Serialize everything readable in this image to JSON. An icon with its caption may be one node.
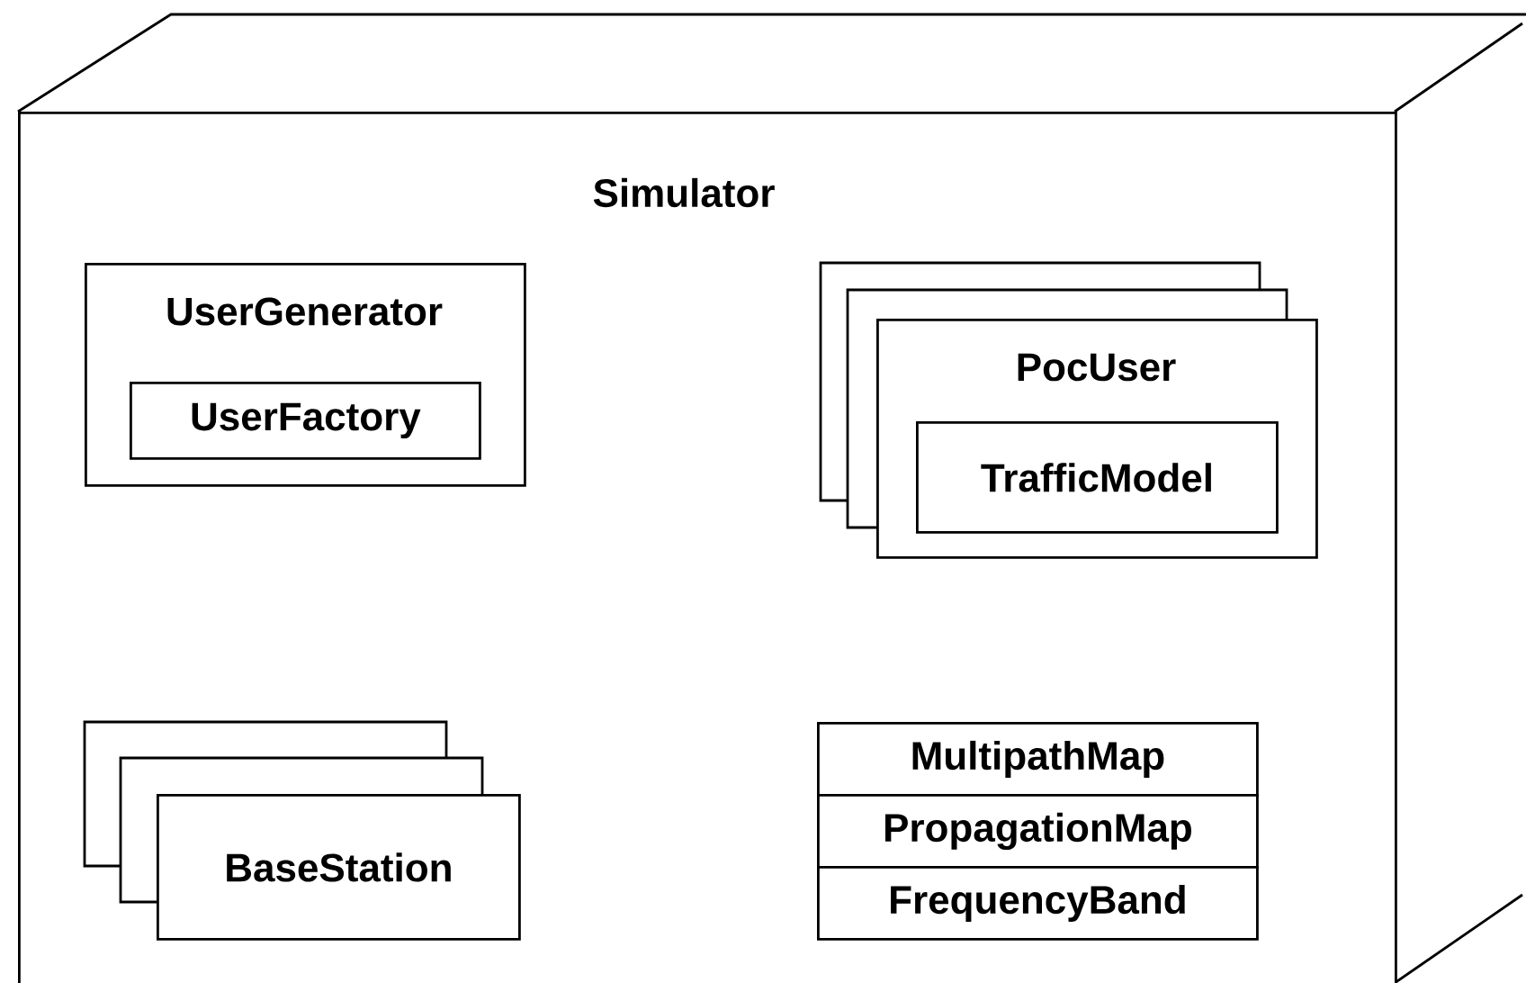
{
  "diagram": {
    "nodes": [
      {
        "text": [
          "Simulator"
        ]
      },
      {
        "text": [
          "UserGenerator"
        ],
        "in": 0
      },
      {
        "text": [
          "UserFactory"
        ],
        "in": 1
      },
      {
        "text": [
          "PocUser"
        ],
        "in": 0
      },
      {
        "text": [
          "TrafficModel"
        ],
        "in": 3
      },
      {
        "text": [
          "BaseStation"
        ],
        "in": 0
      },
      {
        "text": [
          "MultipathMap"
        ],
        "in": 0
      },
      {
        "text": [
          "PropagationMap"
        ],
        "in": 0
      },
      {
        "text": [
          "FrequencyBand"
        ],
        "in": 0
      }
    ]
  }
}
